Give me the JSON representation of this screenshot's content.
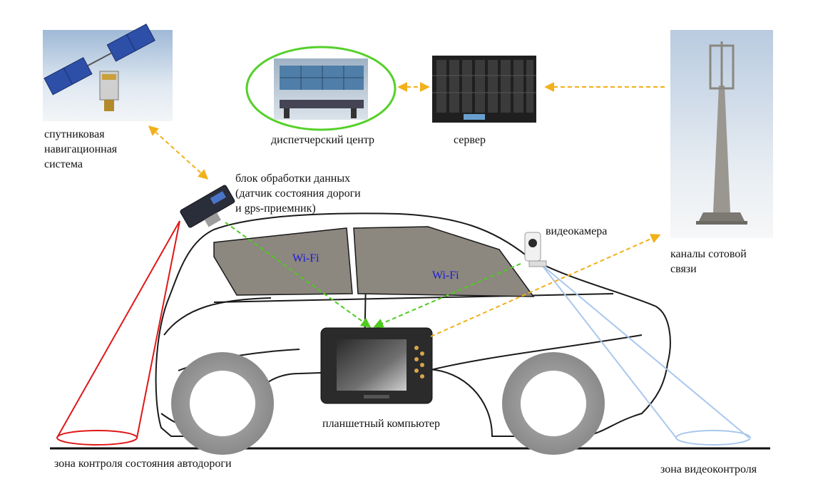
{
  "labels": {
    "satellite": [
      "спутниковая",
      "навигационная",
      "система"
    ],
    "dispatch": "диспетчерский центр",
    "server": "сервер",
    "processing_unit": [
      "блок обработки данных",
      "(датчик состояния дороги",
      "и gps-приемник)"
    ],
    "video_camera": "видеокамера",
    "cellular": [
      "каналы сотовой",
      "связи"
    ],
    "wifi_1": "Wi-Fi",
    "wifi_2": "Wi-Fi",
    "tablet": "планшетный компьютер",
    "road_zone": "зона контроля состояния автодороги",
    "video_zone": "зона видеоконтроля"
  },
  "colors": {
    "link_orange": "#f2b01a",
    "link_green": "#4ecb1e",
    "road_zone_red": "#e01818",
    "video_zone_blue": "#a9c8ec",
    "dispatch_ring": "#55d02a",
    "window_tint": "#8c877f",
    "wifi_text": "#1a1adc"
  },
  "icons": [
    "satellite-icon",
    "dispatch-center-photo",
    "server-rack-icon",
    "cell-tower-icon",
    "processing-unit-icon",
    "video-camera-icon",
    "tablet-computer-icon",
    "car-outline"
  ]
}
